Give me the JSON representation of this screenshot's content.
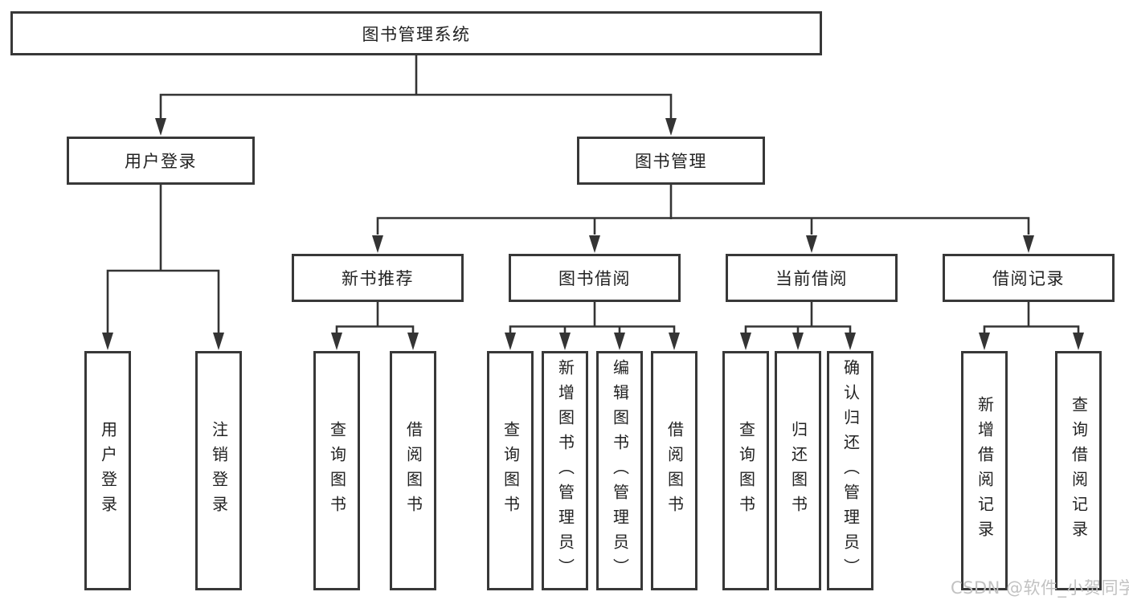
{
  "diagram": {
    "root": {
      "label": "图书管理系统"
    },
    "branches": [
      {
        "label": "用户登录",
        "children": [
          {
            "label": "用户登录"
          },
          {
            "label": "注销登录"
          }
        ]
      },
      {
        "label": "图书管理",
        "children": [
          {
            "label": "新书推荐",
            "children": [
              {
                "label": "查询图书"
              },
              {
                "label": "借阅图书"
              }
            ]
          },
          {
            "label": "图书借阅",
            "children": [
              {
                "label": "查询图书"
              },
              {
                "label": "新增图书（管理员）"
              },
              {
                "label": "编辑图书（管理员）"
              },
              {
                "label": "借阅图书"
              }
            ]
          },
          {
            "label": "当前借阅",
            "children": [
              {
                "label": "查询图书"
              },
              {
                "label": "归还图书"
              },
              {
                "label": "确认归还（管理员）"
              }
            ]
          },
          {
            "label": "借阅记录",
            "children": [
              {
                "label": "新增借阅记录"
              },
              {
                "label": "查询借阅记录"
              }
            ]
          }
        ]
      }
    ]
  },
  "watermark": {
    "text": "CSDN @软件_小贺同学"
  },
  "colors": {
    "background": "#ffffff",
    "line": "#343434",
    "box_border": "#383838",
    "box_fill": "#ffffff",
    "text": "#222222",
    "watermark": "#c2c2c2"
  }
}
